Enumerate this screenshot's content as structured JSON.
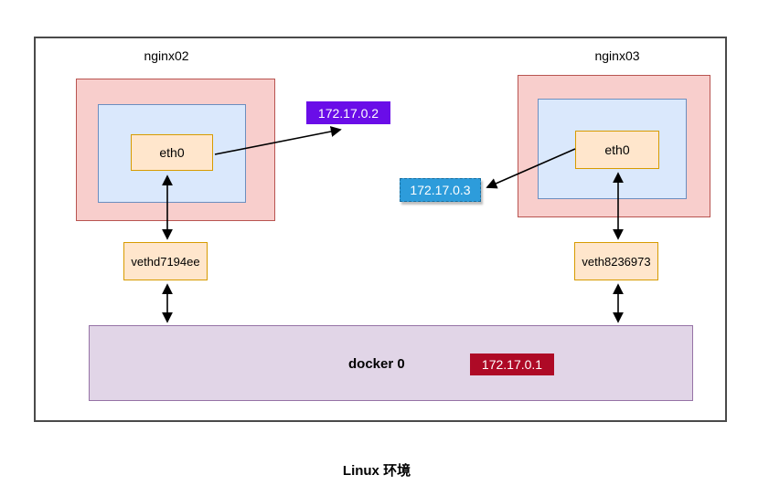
{
  "diagram": {
    "frame_label": "Linux 环境",
    "containers": [
      {
        "name": "nginx02",
        "eth_label": "eth0",
        "ip": "172.17.0.2"
      },
      {
        "name": "nginx03",
        "eth_label": "eth0",
        "ip": "172.17.0.3"
      }
    ],
    "veths": [
      "vethd7194ee",
      "veth8236973"
    ],
    "bridge": {
      "label": "docker 0",
      "ip": "172.17.0.1"
    }
  },
  "colors": {
    "frame_border": "#4a4a4a",
    "container_fill": "#f8cecc",
    "container_border": "#b85450",
    "netns_fill": "#dae8fc",
    "netns_border": "#6c8ebf",
    "interface_fill": "#ffe6cc",
    "interface_border": "#d79b00",
    "bridge_fill": "#e1d5e7",
    "bridge_border": "#9673a6",
    "ip2_bg": "#6a0de8",
    "ip3_bg": "#2d9cdb",
    "ip1_bg": "#ae0a26",
    "arrow": "#000000"
  }
}
